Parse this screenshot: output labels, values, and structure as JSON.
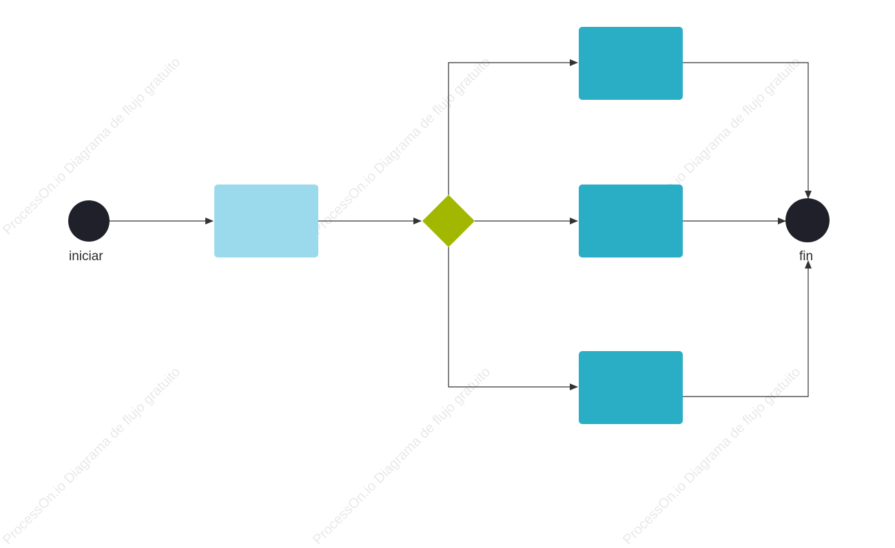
{
  "diagram": {
    "colors": {
      "terminal": "#20202a",
      "task_light": "#9bdaec",
      "task": "#2aaec6",
      "gateway": "#a2b800",
      "connector": "#333333",
      "watermark": "#000000"
    },
    "nodes": [
      {
        "id": "start",
        "kind": "terminal",
        "label": "iniciar"
      },
      {
        "id": "task-1",
        "kind": "task-light",
        "label": ""
      },
      {
        "id": "gateway",
        "kind": "gateway",
        "label": ""
      },
      {
        "id": "task-top",
        "kind": "task",
        "label": ""
      },
      {
        "id": "task-middle",
        "kind": "task",
        "label": ""
      },
      {
        "id": "task-bottom",
        "kind": "task",
        "label": ""
      },
      {
        "id": "end",
        "kind": "terminal",
        "label": "fin"
      }
    ],
    "edges": [
      {
        "from": "start",
        "to": "task-1"
      },
      {
        "from": "task-1",
        "to": "gateway"
      },
      {
        "from": "gateway",
        "to": "task-top"
      },
      {
        "from": "gateway",
        "to": "task-middle"
      },
      {
        "from": "gateway",
        "to": "task-bottom"
      },
      {
        "from": "task-top",
        "to": "end"
      },
      {
        "from": "task-middle",
        "to": "end"
      },
      {
        "from": "task-bottom",
        "to": "end"
      }
    ],
    "watermark_text": "ProcessOn.io Diagrama de flujo gratuito"
  }
}
